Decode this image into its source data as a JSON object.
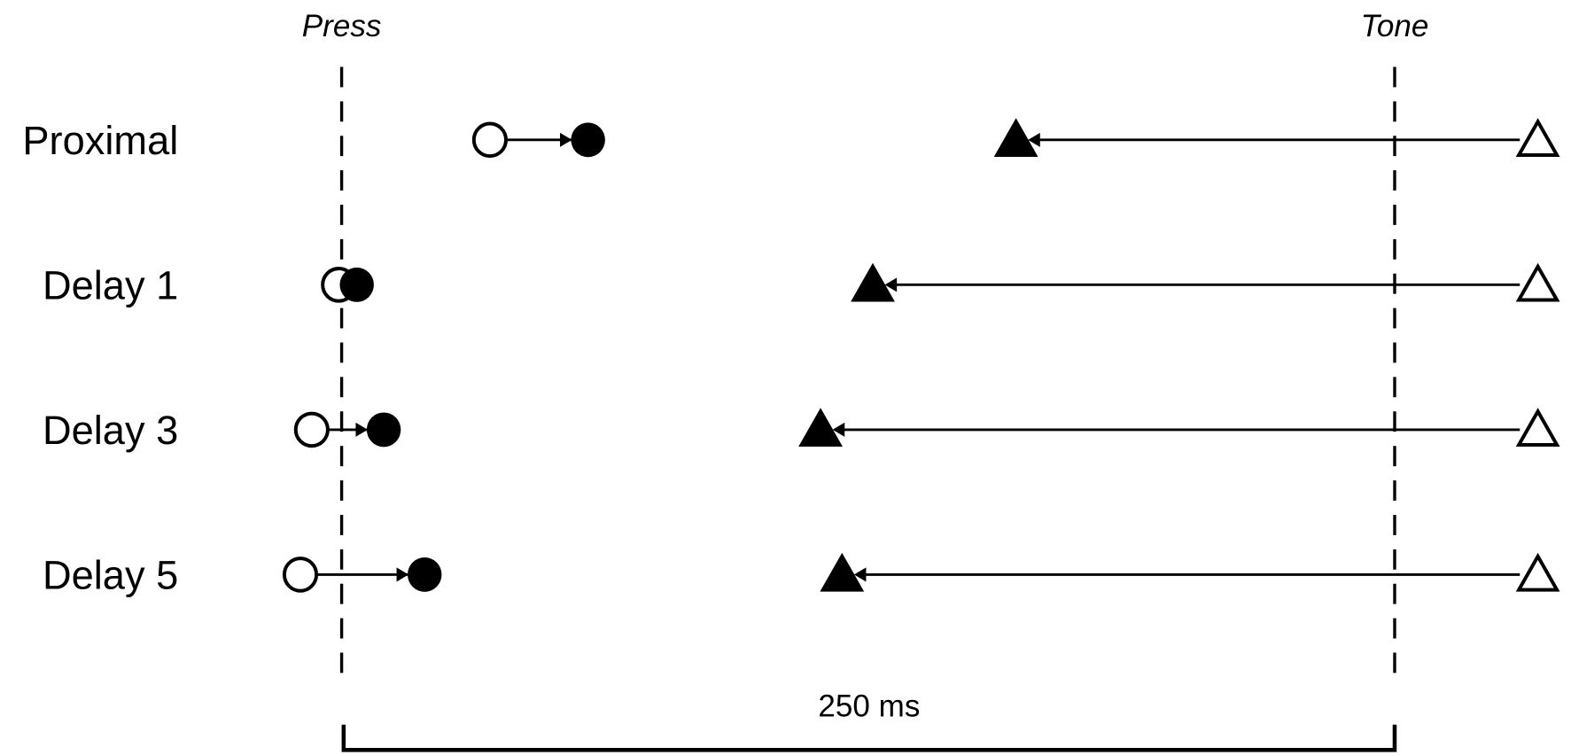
{
  "chart_data": {
    "type": "timeline",
    "markers": [
      {
        "label": "Press",
        "time_ms": 0
      },
      {
        "label": "Tone",
        "time_ms": 250
      }
    ],
    "scale_bar": {
      "label": "250 ms",
      "from_ms": 0,
      "to_ms": 250
    },
    "rows": [
      {
        "label": "Proximal",
        "open_circle_ms": 35.2,
        "filled_circle_ms": 58.5,
        "open_triangle_ms": 284,
        "filled_triangle_ms": 160.1
      },
      {
        "label": "Delay 1",
        "open_circle_ms": -0.7,
        "filled_circle_ms": 3.6,
        "open_triangle_ms": 284,
        "filled_triangle_ms": 126.1
      },
      {
        "label": "Delay 3",
        "open_circle_ms": -7.1,
        "filled_circle_ms": 10.0,
        "open_triangle_ms": 284,
        "filled_triangle_ms": 113.7
      },
      {
        "label": "Delay 5",
        "open_circle_ms": -9.8,
        "filled_circle_ms": 19.7,
        "open_triangle_ms": 284,
        "filled_triangle_ms": 118.8
      }
    ],
    "colors": {
      "ink": "#000000",
      "background": "#ffffff"
    }
  }
}
